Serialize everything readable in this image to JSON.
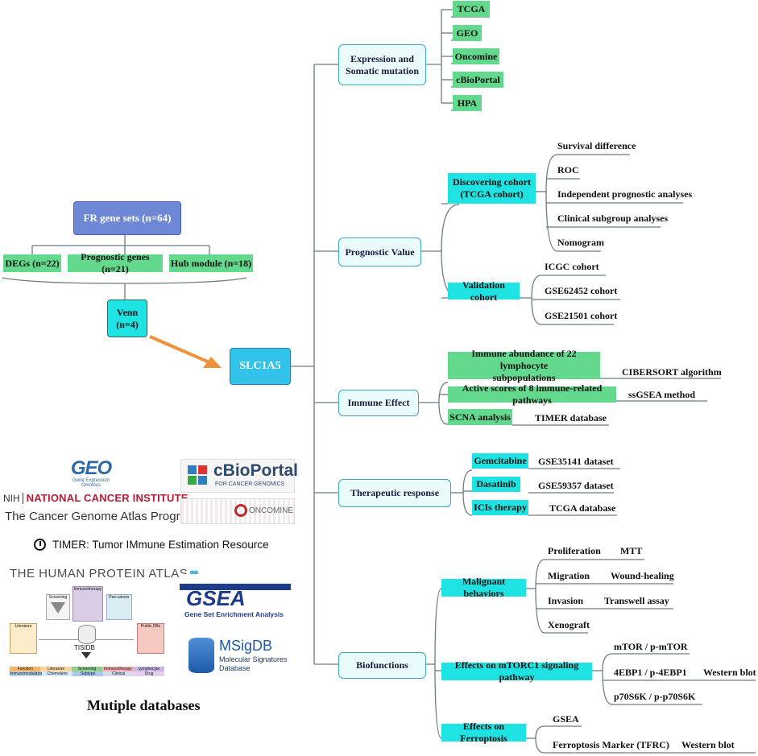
{
  "center": "SLC1A5",
  "left": {
    "fr": "FR gene sets (n=64)",
    "degs": "DEGs (n=22)",
    "prog": "Prognostic genes (n=21)",
    "hub": "Hub  module (n=18)",
    "venn1": "Venn",
    "venn2": "(n=4)"
  },
  "databases_caption": "Mutiple databases",
  "logos": {
    "geo": "GEO",
    "geo_sub": "Gene Expression Omnibus",
    "nci_prefix": "NIH",
    "nci": "NATIONAL CANCER INSTITUTE",
    "tcga": "The Cancer Genome Atlas Program",
    "cbio": "cBioPortal",
    "cbio_sub": "FOR CANCER GENOMICS",
    "oncomine": "ONCOMINE",
    "timer": "TIMER: Tumor IMmune Estimation Resource",
    "hpa": "THE HUMAN PROTEIN ATLAS",
    "gsea": "GSEA",
    "gsea_sub": "Gene Set Enrichment Analysis",
    "msigdb": "MSigDB",
    "msigdb_sub1": "Molecular Signatures",
    "msigdb_sub2": "Database",
    "tisidb": "TISIDB",
    "tisi_screening": "Screening",
    "tisi_immuno": "Immunotherapy",
    "tisi_pancancer": "Pan-cancer",
    "tisi_literature": "Literature",
    "tisi_publicdbs": "Public DBs",
    "tisi_row1": [
      "Function",
      "Literature",
      "Screening",
      "Immunotherapy",
      "Lymphocyte"
    ],
    "tisi_row2": [
      "Immunomodulator",
      "Chemokine",
      "Subtype",
      "Clinical",
      "Drug"
    ]
  },
  "expression": {
    "title1": "Expression and",
    "title2": "Somatic mutation",
    "items": [
      "TCGA",
      "GEO",
      "Oncomine",
      "cBioPortal",
      "HPA"
    ]
  },
  "prognostic": {
    "title": "Prognostic Value",
    "discover1": "Discovering cohort",
    "discover2": "(TCGA cohort)",
    "discover_items": [
      "Survival difference",
      "ROC",
      "Independent prognostic analyses",
      "Clinical subgroup analyses",
      "Nomogram"
    ],
    "validation": "Validation cohort",
    "validation_items": [
      "ICGC cohort",
      "GSE62452 cohort",
      "GSE21501 cohort"
    ]
  },
  "immune": {
    "title": "Immune Effect",
    "abundance1": "Immune abundance of 22  lymphocyte",
    "abundance2": "subpopulations",
    "abundance_method": "CIBERSORT algorithm",
    "active": "Active scores of 8 immune-related pathways",
    "active_method": "ssGSEA method",
    "scna": "SCNA analysis",
    "scna_method": "TIMER database"
  },
  "therapeutic": {
    "title": "Therapeutic response",
    "items": [
      {
        "drug": "Gemcitabine",
        "data": "GSE35141 dataset"
      },
      {
        "drug": "Dasatinib",
        "data": "GSE59357 dataset"
      },
      {
        "drug": "ICIs therapy",
        "data": "TCGA database"
      }
    ]
  },
  "biofunctions": {
    "title": "Biofunctions",
    "malignant": "Malignant behaviors",
    "malignant_items": [
      {
        "name": "Proliferation",
        "method": "MTT"
      },
      {
        "name": "Migration",
        "method": "Wound-healing"
      },
      {
        "name": "Invasion",
        "method": "Transwell assay"
      },
      {
        "name": "Xenograft",
        "method": ""
      }
    ],
    "mtorc1": "Effects on mTORC1 signaling pathway",
    "mtorc1_items": [
      "mTOR / p-mTOR",
      "4EBP1 / p-4EBP1",
      "p70S6K / p-p70S6K"
    ],
    "mtorc1_method": "Western blot",
    "ferroptosis": "Effects on Ferroptosis",
    "ferroptosis_items": [
      "GSEA",
      "Ferroptosis Marker (TFRC)"
    ],
    "ferroptosis_method": "Western blot"
  },
  "colors": {
    "cyan": "#1fe3e3",
    "green": "#62d98c",
    "fr_box": "#6f88d6",
    "center_box": "#33c2ea",
    "arrow": "#f0923a",
    "line": "#6b7d7d"
  }
}
